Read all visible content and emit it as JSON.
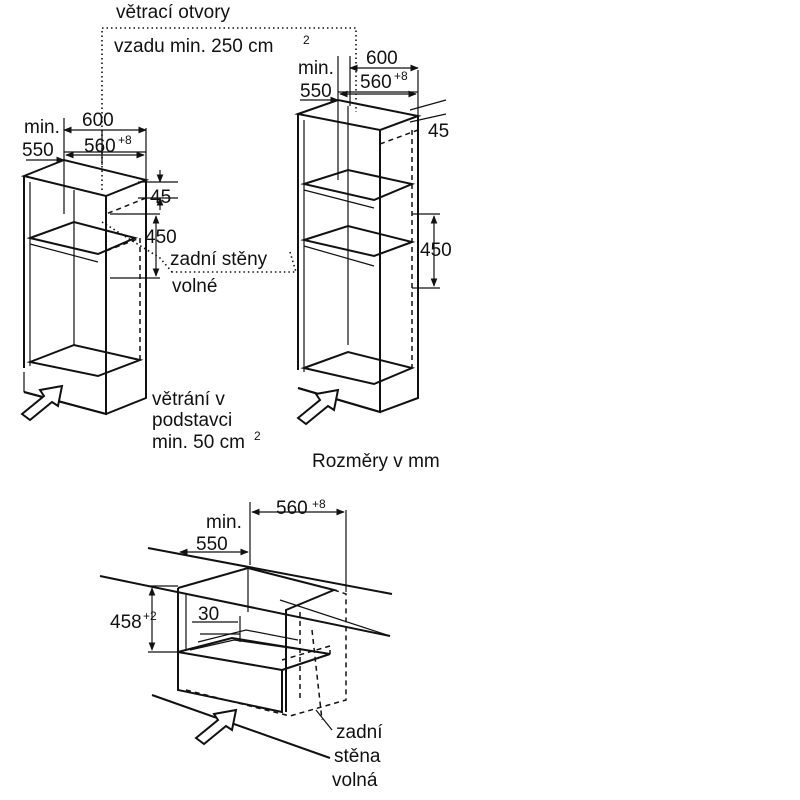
{
  "labels": {
    "vents_rear_1": "větrací otvory",
    "vents_rear_2": "vzadu min. 250 cm",
    "vents_rear_sup": "2",
    "rear_walls_1": "zadní stěny",
    "rear_walls_2": "volné",
    "plinth_vent_1": "větrání v",
    "plinth_vent_2": "podstavci",
    "plinth_vent_3": "min. 50 cm",
    "plinth_vent_sup": "2",
    "units": "Rozměry v mm",
    "rear_wall_free_1": "zadní",
    "rear_wall_free_2": "stěna",
    "rear_wall_free_3": "volná"
  },
  "left_cabinet": {
    "min": "min.",
    "depth": "550",
    "width_outer": "600",
    "width_inner": "560",
    "width_inner_tol": "+8",
    "top_gap": "45",
    "niche_height": "450"
  },
  "right_cabinet": {
    "min": "min.",
    "depth": "550",
    "width_outer": "600",
    "width_inner": "560",
    "width_inner_tol": "+8",
    "top_gap": "45",
    "niche_height": "450"
  },
  "drawer_niche": {
    "min": "min.",
    "depth": "550",
    "width_inner": "560",
    "width_inner_tol": "+8",
    "height": "458",
    "height_tol": "+2",
    "offset": "30"
  },
  "icons": [
    "air-flow-arrow-icon"
  ]
}
